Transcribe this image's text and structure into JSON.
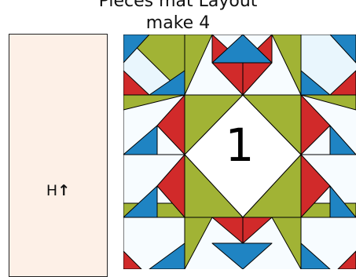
{
  "title_line1": "Pieces mat Layout",
  "title_line2": "make 4",
  "strip": {
    "label": "H",
    "arrow": "↑"
  },
  "block": {
    "number": "1",
    "colors": {
      "background": "#e9f6fd",
      "light": "#f7fcff",
      "center": "#ffffff",
      "green": "#a1b335",
      "red": "#d12a2a",
      "blue": "#1f84c3",
      "outline": "#000000"
    }
  }
}
